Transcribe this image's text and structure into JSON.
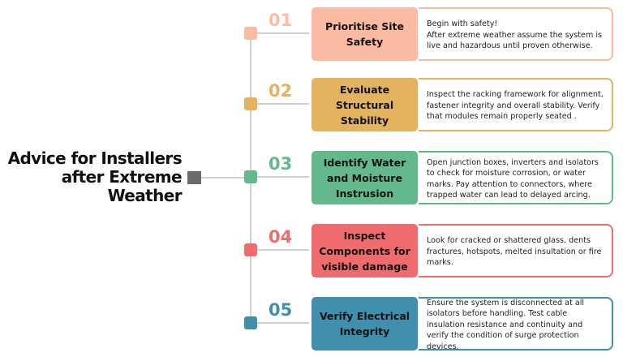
{
  "title": "Advice for Installers after Extreme Weather",
  "steps": [
    {
      "number": "01",
      "heading": "Prioritise Site Safety",
      "text": "Begin with safety!\nAfter extreme weather assume the system is live and hazardous until proven otherwise.",
      "color": "#fbbba2",
      "num_color": "#f8bfa5"
    },
    {
      "number": "02",
      "heading": "Evaluate Structural Stability",
      "text": "Inspect the racking framework for alignment, fastener integrity and overall stability. Verify that modules remain properly seated .",
      "color": "#e3b35f",
      "num_color": "#e3b35f"
    },
    {
      "number": "03",
      "heading": "Identify Water and Moisture Instrusion",
      "text": "Open junction boxes, inverters and isolators to check for moisture corrosion, or water marks. Pay attention to connectors, where trapped water can lead to delayed arcing.",
      "color": "#63b98b",
      "num_color": "#63b98b"
    },
    {
      "number": "04",
      "heading": "Inspect Components for visible damage",
      "text": "Look for cracked or shattered glass, dents fractures, hotspots, melted insultation or fire marks.",
      "color": "#ef6b6e",
      "num_color": "#ef6b6e"
    },
    {
      "number": "05",
      "heading": "Verify Electrical Integrity",
      "text": "Ensure the system is disconnected at all isolators before handling. Test cable insulation resistance and continuity and verify the condition of surge protection devices.",
      "color": "#3f8fad",
      "num_color": "#3f8fad"
    }
  ]
}
